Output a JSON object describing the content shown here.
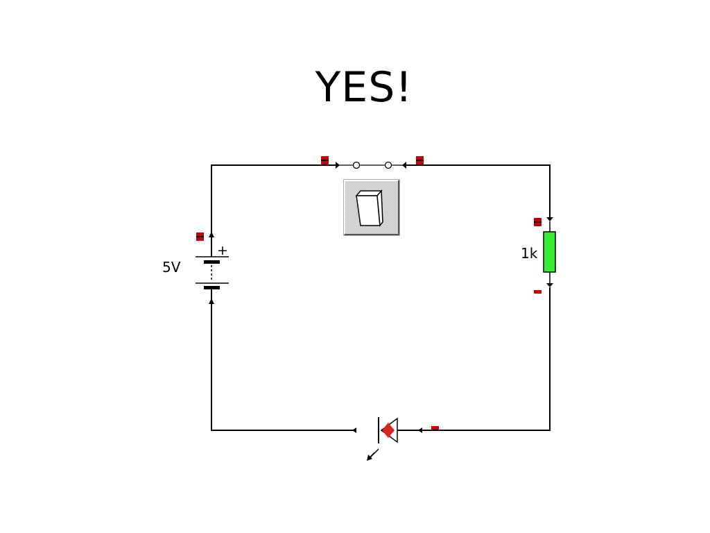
{
  "title": "YES!",
  "battery": {
    "voltage_label": "5V",
    "polarity_label": "+"
  },
  "resistor": {
    "value_label": "1k"
  },
  "colors": {
    "wire": "#000000",
    "terminal_marker": "#cc0000",
    "resistor_body": "#33ee33",
    "led_body": "#dd2222",
    "switch_button_bg": "#d8d8d8"
  },
  "switch": {
    "state": "closed"
  },
  "icons": [
    "switch-toggle-icon",
    "led-light-arrow-icon"
  ]
}
